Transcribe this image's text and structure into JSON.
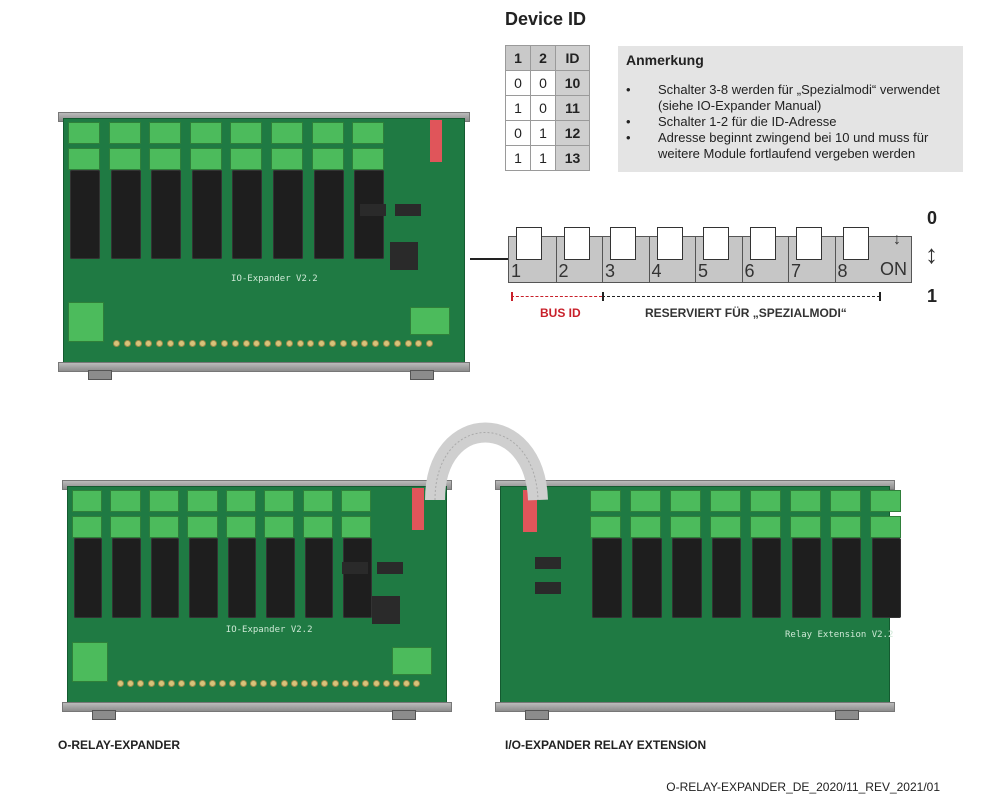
{
  "title": "Device ID",
  "id_table": {
    "headers": [
      "1",
      "2",
      "ID"
    ],
    "rows": [
      [
        "0",
        "0",
        "10"
      ],
      [
        "1",
        "0",
        "11"
      ],
      [
        "0",
        "1",
        "12"
      ],
      [
        "1",
        "1",
        "13"
      ]
    ]
  },
  "note": {
    "title": "Anmerkung",
    "items": [
      "Schalter 3-8 werden für „Spezialmodi“ verwendet (siehe IO-Expander Manual)",
      "Schalter 1-2 für die ID-Adresse",
      "Adresse beginnt zwingend bei 10 und muss für weitere Module fortlaufend vergeben werden"
    ]
  },
  "dip_switch": {
    "numbers": [
      "1",
      "2",
      "3",
      "4",
      "5",
      "6",
      "7",
      "8"
    ],
    "on_label": "ON",
    "state_off": "0",
    "state_on": "1",
    "bus_id_label": "BUS ID",
    "reserved_label": "RESERVIERT FÜR „SPEZIALMODI“",
    "bus_id_color": "#c8202a"
  },
  "boards": {
    "top_label": "IO-Expander V2.2",
    "left_label": "IO-Expander V2.2",
    "right_label": "Relay Extension V2.2"
  },
  "captions": {
    "left": "O-RELAY-EXPANDER",
    "right": "I/O-EXPANDER RELAY EXTENSION"
  },
  "footer": "O-RELAY-EXPANDER_DE_2020/11_REV_2021/01"
}
